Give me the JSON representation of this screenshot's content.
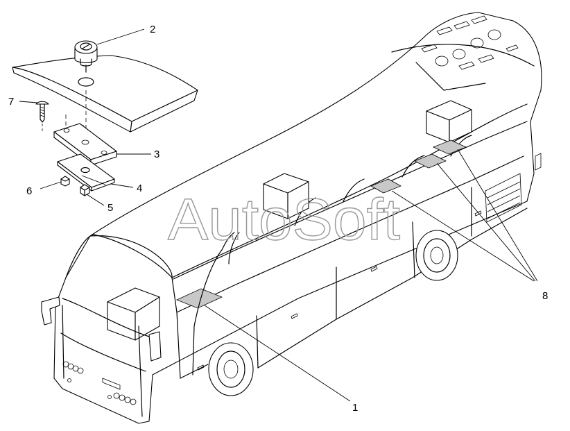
{
  "watermark": "AutoSoft",
  "callouts": [
    "1",
    "2",
    "3",
    "4",
    "5",
    "6",
    "7",
    "8"
  ]
}
